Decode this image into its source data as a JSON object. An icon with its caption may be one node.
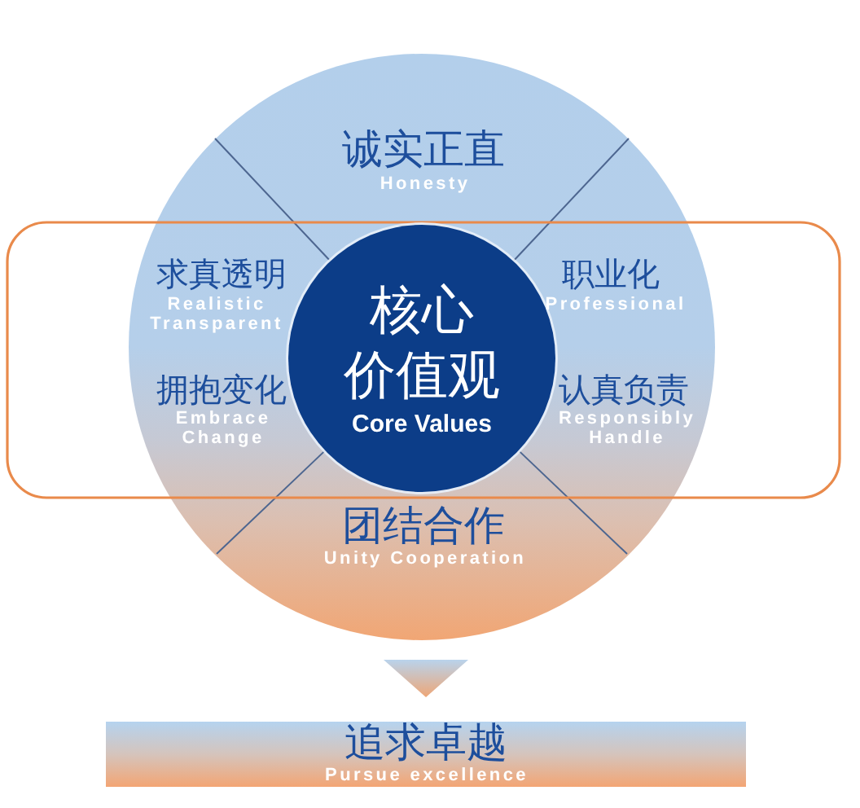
{
  "diagram": {
    "nodes": [
      {
        "text": [
          "诚实正直",
          "Honesty",
          "求真透明",
          "Realistic Transparent",
          "职业化",
          "Professional",
          "拥抱变化",
          "Embrace Change",
          "认真负责",
          "Responsibly Handle",
          "团结合作",
          "Unity Cooperation"
        ]
      },
      {
        "text": [
          "核心价值观",
          "Core Values"
        ],
        "in": 0
      },
      {
        "text": [
          "追求卓越",
          "Pursue excellence"
        ]
      }
    ],
    "edges": [
      {
        "from": 0,
        "to": 2,
        "arrow": "to"
      }
    ]
  }
}
